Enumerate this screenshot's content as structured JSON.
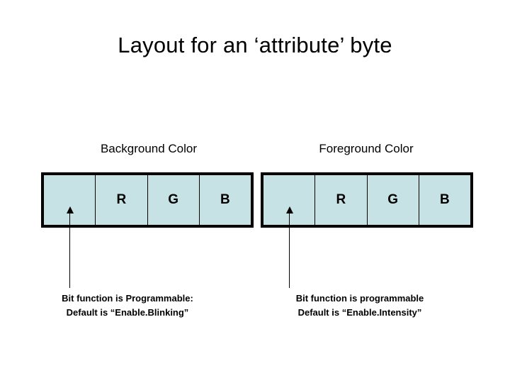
{
  "slide": {
    "title": "Layout for an ‘attribute’ byte",
    "background_color": "#ffffff",
    "cell_fill_color": "#c6e2e4",
    "outline_color": "#000000"
  },
  "groups": [
    {
      "id": "background-color",
      "label": "Background Color",
      "cells": [
        {
          "label": ""
        },
        {
          "label": "R"
        },
        {
          "label": "G"
        },
        {
          "label": "B"
        }
      ],
      "caption": {
        "line1": "Bit function is Programmable:",
        "line2": "Default is “Enable.Blinking”"
      }
    },
    {
      "id": "foreground-color",
      "label": "Foreground Color",
      "cells": [
        {
          "label": ""
        },
        {
          "label": "R"
        },
        {
          "label": "G"
        },
        {
          "label": "B"
        }
      ],
      "caption": {
        "line1": "Bit function is programmable",
        "line2": "Default is “Enable.Intensity”"
      }
    }
  ]
}
